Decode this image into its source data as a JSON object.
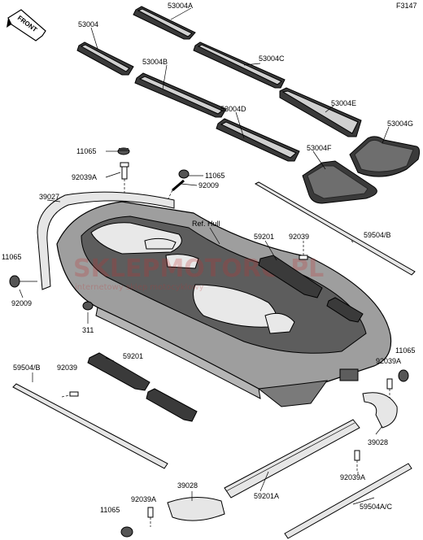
{
  "diagram_code": "F3147",
  "front_label": "FRONT",
  "ref_hull": "Ref. Hull",
  "watermark": {
    "brand_left": "SKLEP",
    "brand_mid": "MOTO",
    "brand_right": "RO.PL",
    "tagline": "internetowy sklep motocyklowy"
  },
  "parts": {
    "p53004": "53004",
    "p53004A": "53004A",
    "p53004B": "53004B",
    "p53004C": "53004C",
    "p53004D": "53004D",
    "p53004E": "53004E",
    "p53004F": "53004F",
    "p53004G": "53004G",
    "p11065_a": "11065",
    "p92039A_a": "92039A",
    "p11065_b": "11065",
    "p92009_a": "92009",
    "p39027": "39027",
    "p11065_c": "11065",
    "p92009_b": "92009",
    "p311": "311",
    "p59201_a": "59201",
    "p92039_a": "92039",
    "p59504B_a": "59504/B",
    "p11065_d": "11065",
    "p92039A_b": "92039A",
    "p59504B_b": "59504/B",
    "p92039_b": "92039",
    "p59201_b": "59201",
    "p39028_a": "39028",
    "p92039A_c": "92039A",
    "p39028_b": "39028",
    "p92039A_d": "92039A",
    "p59201A": "59201A",
    "p11065_e": "11065",
    "p59504AC": "59504A/C"
  }
}
